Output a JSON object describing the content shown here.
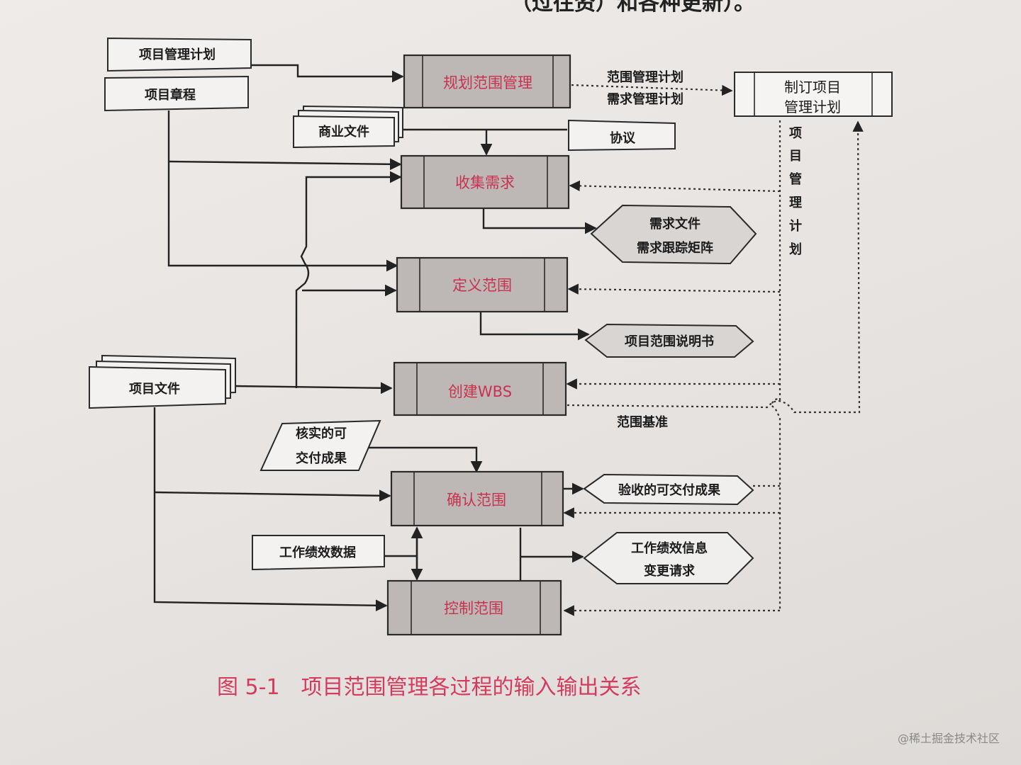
{
  "processes": {
    "plan": "规划范围管理",
    "collect": "收集需求",
    "define": "定义范围",
    "wbs": "创建WBS",
    "validate": "确认范围",
    "control": "控制范围"
  },
  "inputs": {
    "pm_plan": "项目管理计划",
    "charter": "项目章程",
    "business_docs": "商业文件",
    "agreements": "协议",
    "project_docs": "项目文件",
    "verified_deliverables": [
      "核实的可",
      "交付成果"
    ],
    "work_perf_data": "工作绩效数据"
  },
  "outputs": {
    "plan_outputs": [
      "范围管理计划",
      "需求管理计划"
    ],
    "develop_plan": [
      "制订项目",
      "管理计划"
    ],
    "pm_plan_vertical": [
      "项",
      "目",
      "管",
      "理",
      "计",
      "划"
    ],
    "req_outputs": [
      "需求文件",
      "需求跟踪矩阵"
    ],
    "scope_statement": "项目范围说明书",
    "scope_baseline": "范围基准",
    "accepted_deliverables": "验收的可交付成果",
    "wp_outputs": [
      "工作绩效信息",
      "变更请求"
    ]
  },
  "caption": "图 5-1　项目范围管理各过程的输入输出关系",
  "top_fragment": "（过往资）和各种更新）。",
  "watermark": "@稀土掘金技术社区"
}
